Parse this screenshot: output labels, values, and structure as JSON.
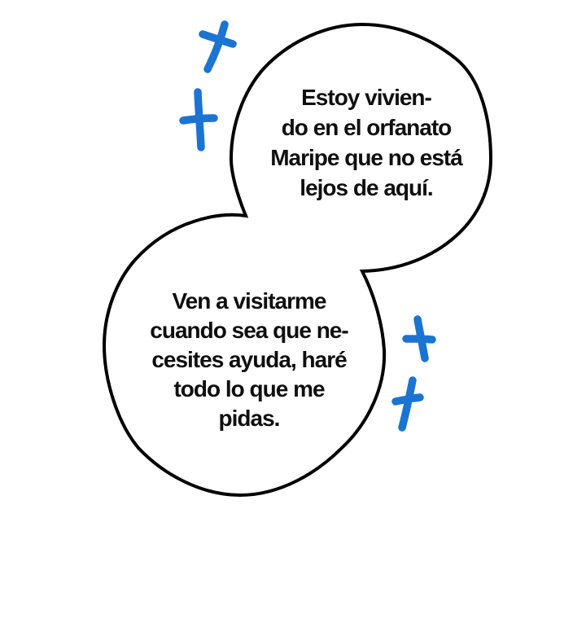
{
  "colors": {
    "background": "#ffffff",
    "bubble_fill": "#ffffff",
    "bubble_outline": "#000000",
    "text": "#0f0f0f",
    "sparkle": "#1b74d2"
  },
  "speech_bubbles": [
    {
      "id": "top-bubble",
      "lines": [
        "Estoy vivien-",
        "do en el orfanato",
        "Maripe que no está",
        "lejos de aquí."
      ]
    },
    {
      "id": "bottom-bubble",
      "lines": [
        "Ven a visitarme",
        "cuando sea que ne-",
        "cesites ayuda, haré",
        "todo lo que me",
        "pidas."
      ]
    }
  ],
  "decorations": {
    "sparkle_count": 4,
    "sparkle_shape": "hand-drawn cross twinkle"
  }
}
